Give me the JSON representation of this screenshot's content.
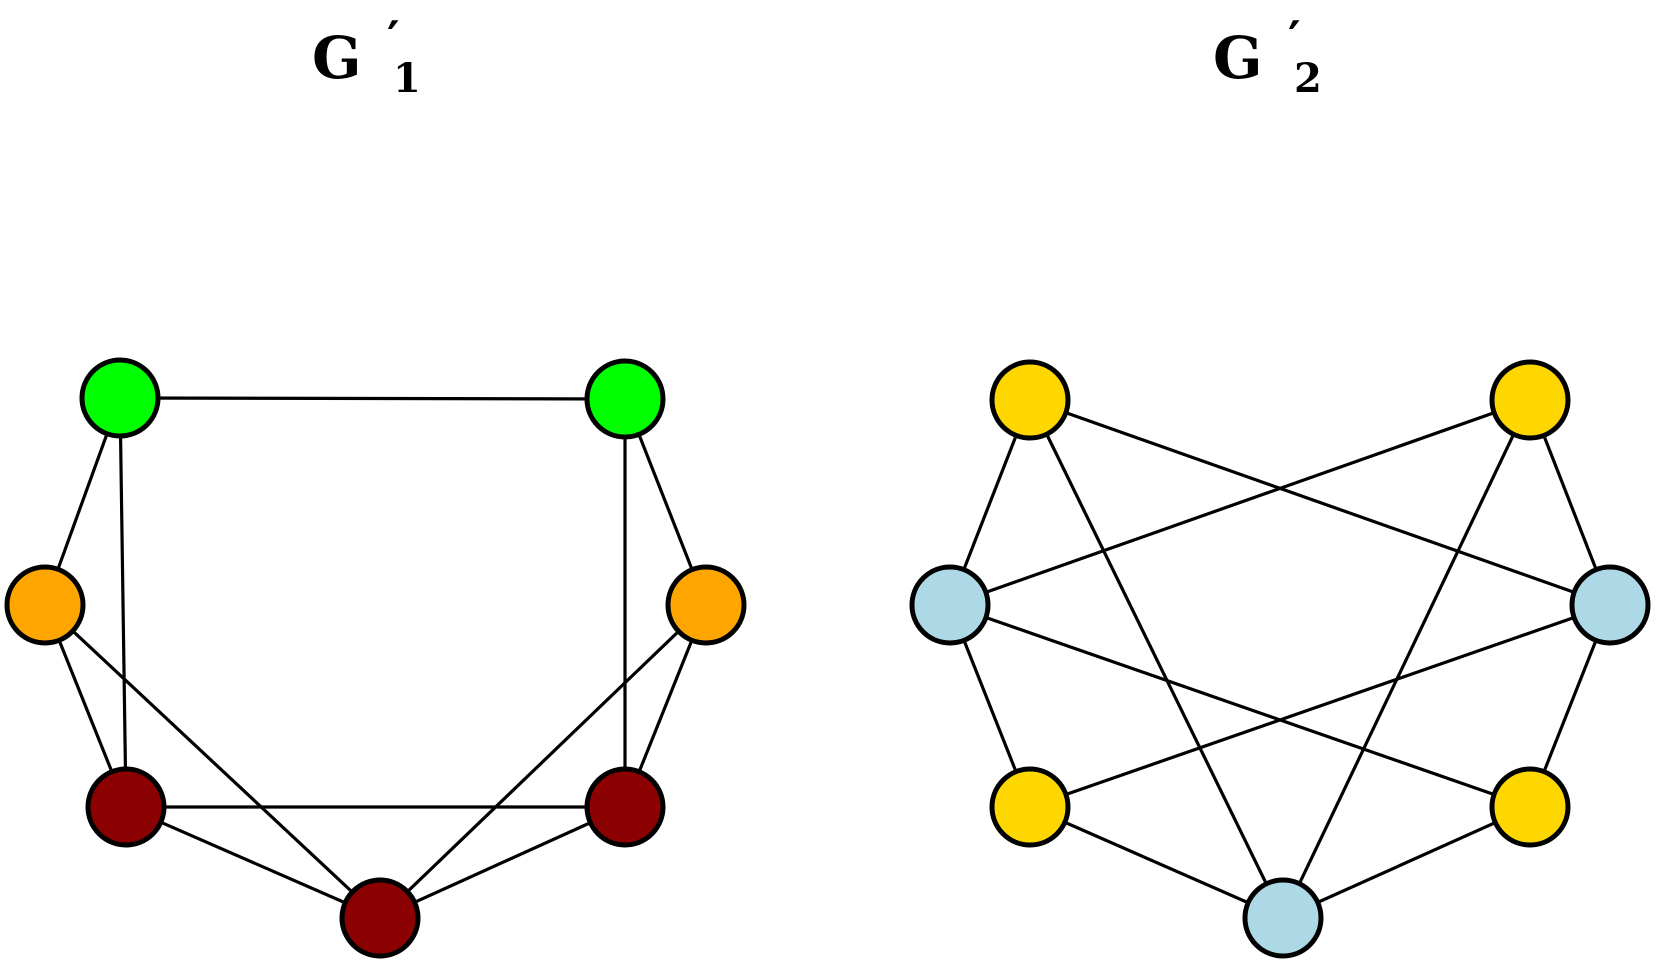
{
  "graphs": [
    {
      "id": "g1",
      "title": {
        "base": "G",
        "prime": "′",
        "subscript": "1"
      },
      "colors": {
        "green": "#00ff00",
        "orange": "#ffa500",
        "darkred": "#8b0000"
      },
      "nodes": [
        {
          "id": "a",
          "color": "green"
        },
        {
          "id": "b",
          "color": "green"
        },
        {
          "id": "c",
          "color": "orange"
        },
        {
          "id": "d",
          "color": "orange"
        },
        {
          "id": "e",
          "color": "darkred"
        },
        {
          "id": "f",
          "color": "darkred"
        },
        {
          "id": "g",
          "color": "darkred"
        }
      ],
      "edges": [
        [
          "a",
          "b"
        ],
        [
          "a",
          "c"
        ],
        [
          "a",
          "e"
        ],
        [
          "b",
          "d"
        ],
        [
          "b",
          "f"
        ],
        [
          "c",
          "e"
        ],
        [
          "c",
          "g"
        ],
        [
          "d",
          "f"
        ],
        [
          "d",
          "g"
        ],
        [
          "e",
          "f"
        ],
        [
          "e",
          "g"
        ],
        [
          "f",
          "g"
        ]
      ]
    },
    {
      "id": "g2",
      "title": {
        "base": "G",
        "prime": "′",
        "subscript": "2"
      },
      "colors": {
        "yellow": "#ffd700",
        "lightblue": "#add8e6"
      },
      "nodes": [
        {
          "id": "a",
          "color": "yellow"
        },
        {
          "id": "b",
          "color": "yellow"
        },
        {
          "id": "c",
          "color": "lightblue"
        },
        {
          "id": "d",
          "color": "lightblue"
        },
        {
          "id": "e",
          "color": "yellow"
        },
        {
          "id": "f",
          "color": "yellow"
        },
        {
          "id": "g",
          "color": "lightblue"
        }
      ],
      "edges": [
        [
          "a",
          "c"
        ],
        [
          "a",
          "d"
        ],
        [
          "a",
          "g"
        ],
        [
          "b",
          "c"
        ],
        [
          "b",
          "d"
        ],
        [
          "b",
          "g"
        ],
        [
          "c",
          "e"
        ],
        [
          "c",
          "f"
        ],
        [
          "d",
          "e"
        ],
        [
          "d",
          "f"
        ],
        [
          "e",
          "g"
        ],
        [
          "f",
          "g"
        ]
      ]
    }
  ]
}
